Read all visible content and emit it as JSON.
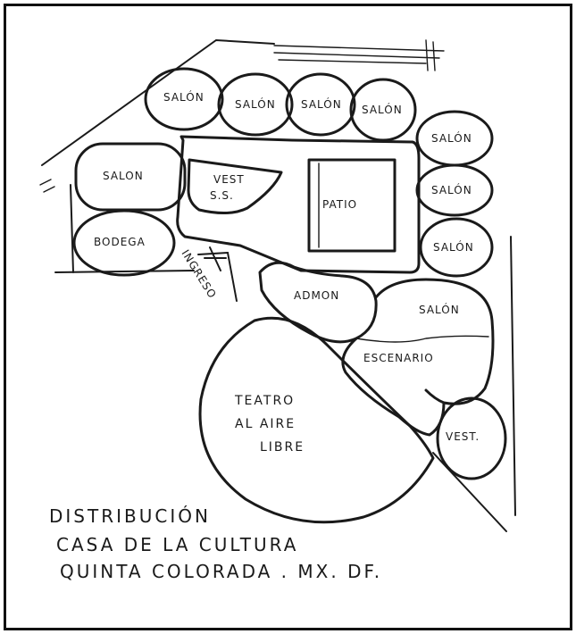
{
  "rooms": {
    "salon_top_1": "SALÓN",
    "salon_top_2": "SALÓN",
    "salon_top_3": "SALÓN",
    "salon_top_4": "SALÓN",
    "salon_left": "SALON",
    "salon_right_1": "SALÓN",
    "salon_right_2": "SALÓN",
    "salon_right_3": "SALÓN",
    "salon_lower": "SALÓN",
    "vest_ss_line1": "VEST",
    "vest_ss_line2": "S.S.",
    "patio": "PATIO",
    "bodega": "BODEGA",
    "ingreso": "INGRESO",
    "admon": "ADMON",
    "escenario": "ESCENARIO",
    "teatro_line1": "TEATRO",
    "teatro_line2": "AL AIRE",
    "teatro_line3": "LIBRE",
    "vest": "VEST."
  },
  "caption": {
    "line1": "DISTRIBUCIÓN",
    "line2": "CASA DE LA CULTURA",
    "line3": "QUINTA COLORADA . MX. DF."
  }
}
